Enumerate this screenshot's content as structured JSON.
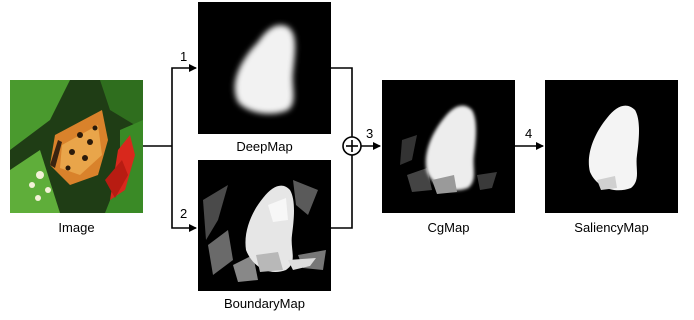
{
  "diagram": {
    "panels": {
      "image": {
        "label": "Image",
        "icon": "butterfly-photo"
      },
      "deep": {
        "label": "DeepMap",
        "icon": "saliency-blob-map"
      },
      "boundary": {
        "label": "BoundaryMap",
        "icon": "segmented-region-map"
      },
      "cg": {
        "label": "CgMap",
        "icon": "combined-saliency-map"
      },
      "saliency": {
        "label": "SaliencyMap",
        "icon": "final-saliency-map"
      }
    },
    "steps": [
      "1",
      "2",
      "3",
      "4"
    ],
    "colors": {
      "map_background": "#000000",
      "foreground": "#f2f2f2",
      "arrow": "#000000",
      "leaf_green": "#3f8f2a",
      "flower_red": "#d8281c",
      "wing_orange": "#d9822b"
    }
  }
}
